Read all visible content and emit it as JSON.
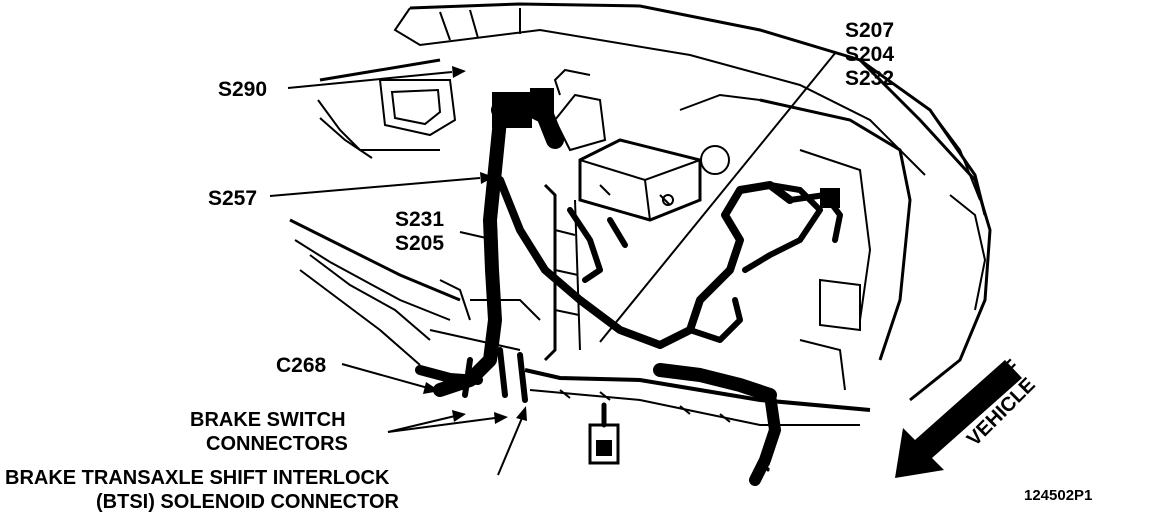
{
  "diagram": {
    "labels": {
      "s207": "S207",
      "s204": "S204",
      "s232": "S232",
      "s290": "S290",
      "s257": "S257",
      "s231": "S231",
      "s205": "S205",
      "c268": "C268",
      "brake_switch_line1": "BRAKE SWITCH",
      "brake_switch_line2": "CONNECTORS",
      "btsi_line1": "BRAKE TRANSAXLE SHIFT INTERLOCK",
      "btsi_line2": "(BTSI) SOLENOID CONNECTOR",
      "front_line1": "FRONT OF",
      "front_line2": "VEHICLE",
      "figure_number": "124502P1"
    }
  }
}
